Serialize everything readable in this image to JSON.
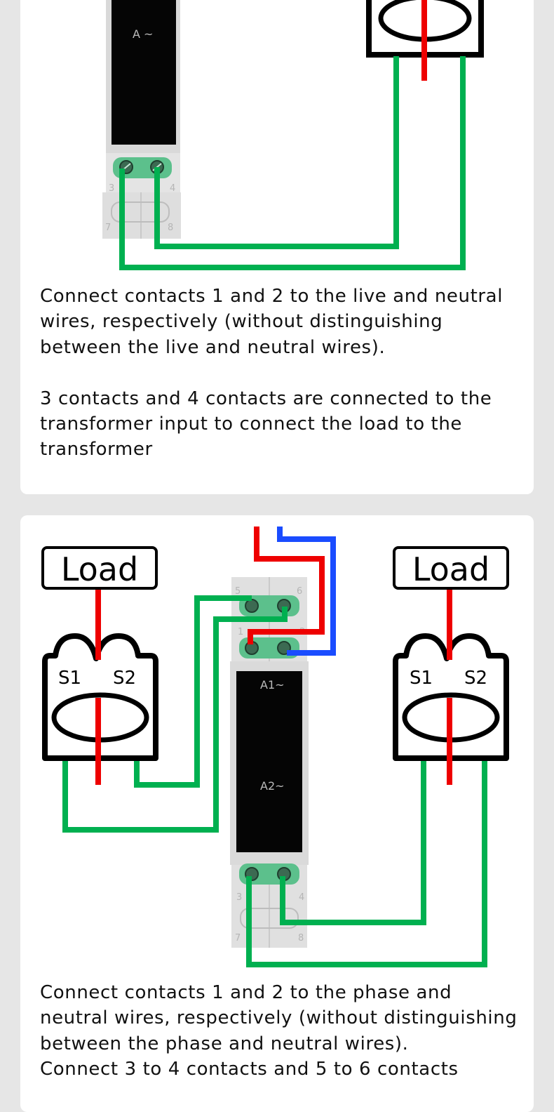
{
  "panel1": {
    "meter_label": "A ~",
    "terminals": {
      "t3": "3",
      "t4": "4",
      "t7": "7",
      "t8": "8"
    },
    "paragraph1": "Connect contacts 1 and 2 to the live and neutral wires, respectively (without distinguishing between the live and neutral wires).",
    "paragraph2": "3 contacts and 4 contacts are connected to the transformer input to connect the load to the transformer"
  },
  "panel2": {
    "load_left": "Load",
    "load_right": "Load",
    "ct_left": {
      "s1": "S1",
      "s2": "S2"
    },
    "ct_right": {
      "s1": "S1",
      "s2": "S2"
    },
    "meter_label_1": "A1~",
    "meter_label_2": "A2~",
    "terminals": {
      "t1": "1",
      "t2": "2",
      "t3": "3",
      "t4": "4",
      "t5": "5",
      "t6": "6",
      "t7": "7",
      "t8": "8"
    },
    "paragraph1": "Connect contacts 1 and 2 to the phase and neutral wires, respectively (without distinguishing between the phase and neutral wires).",
    "paragraph2": "Connect 3 to 4 contacts and 5 to 6 contacts"
  },
  "colors": {
    "page_bg": "#e6e6e6",
    "card_bg": "#ffffff",
    "wire_live": "#ee0000",
    "wire_neutral": "#1a4cff",
    "wire_transformer": "#00b050",
    "meter_body": "#dcdcdc",
    "meter_display": "#0a0a0a",
    "terminal_green": "#5cc08c"
  }
}
